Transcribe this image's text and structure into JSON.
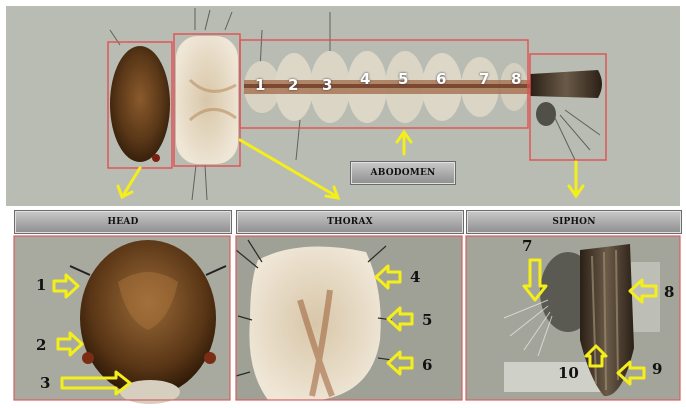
{
  "segments": [
    "1",
    "2",
    "3",
    "4",
    "5",
    "6",
    "7",
    "8"
  ],
  "labels": {
    "abdomen": "ABODOMEN",
    "head": "HEAD",
    "thorax": "THORAX",
    "siphon": "SIPHON"
  },
  "callouts": [
    "1",
    "2",
    "3",
    "4",
    "5",
    "6",
    "7",
    "8",
    "9",
    "10"
  ],
  "colors": {
    "box_outline": "#e05050",
    "arrow_yellow": "#f4ee1a",
    "background": "#b8bab0"
  }
}
